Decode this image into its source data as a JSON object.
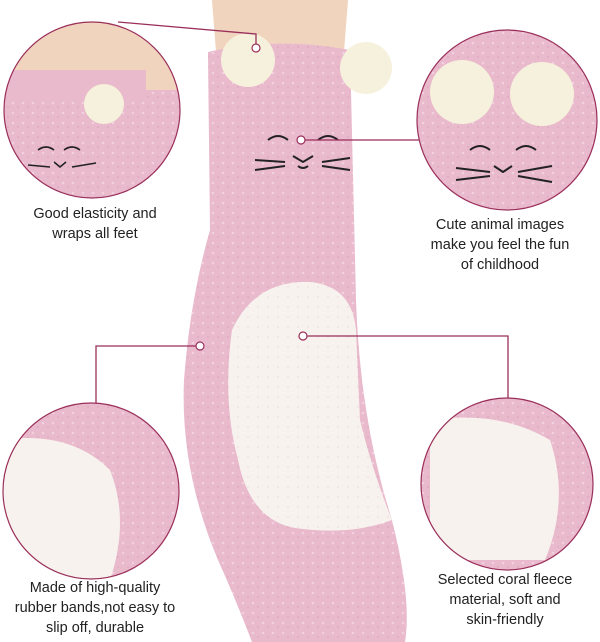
{
  "colors": {
    "sock_pink": "#e9b9cc",
    "fleece_white": "#f7f2ee",
    "pompom": "#f6f1dc",
    "leader_line": "#9a2f5a",
    "skin": "#f1d4be"
  },
  "callouts": {
    "top_left": {
      "line1": "Good elasticity and",
      "line2": "wraps all feet"
    },
    "top_right": {
      "line1": "Cute animal images",
      "line2": "make you feel the fun",
      "line3": "of childhood"
    },
    "bottom_left": {
      "line1": "Made of high-quality",
      "line2": "rubber bands,not easy to",
      "line3": "slip off, durable"
    },
    "bottom_right": {
      "line1": "Selected coral fleece",
      "line2": "material, soft and",
      "line3": "skin-friendly"
    }
  },
  "icons": [
    "cat-face-icon",
    "pompom-icon"
  ]
}
